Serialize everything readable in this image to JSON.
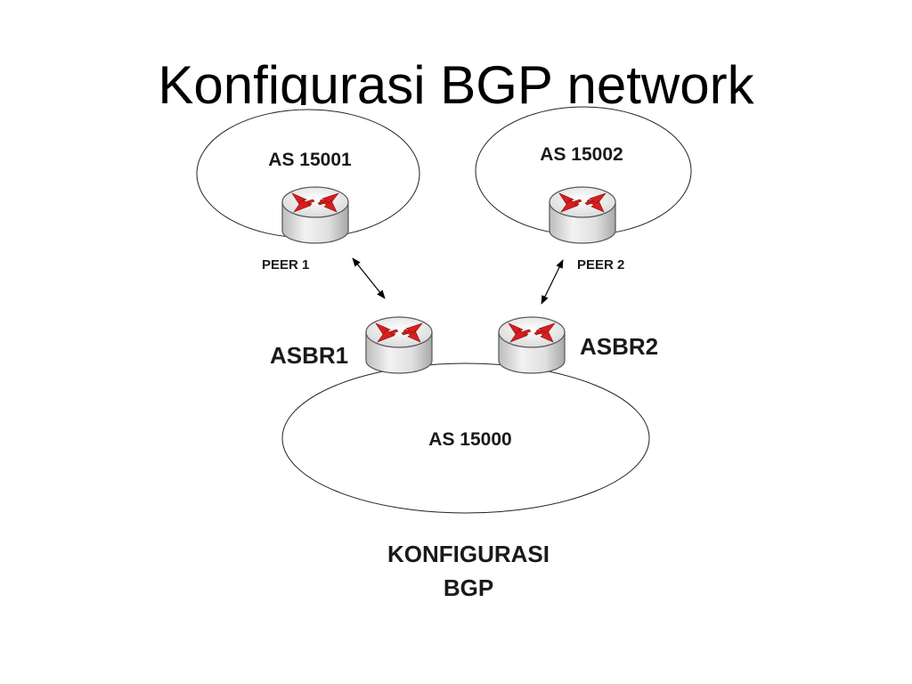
{
  "slide": {
    "title": "Konfigurasi BGP network"
  },
  "diagram": {
    "as_labels": {
      "as_15001": "AS 15001",
      "as_15002": "AS 15002",
      "as_15000": "AS 15000"
    },
    "router_labels": {
      "peer1": "PEER 1",
      "peer2": "PEER 2",
      "asbr1": "ASBR1",
      "asbr2": "ASBR2"
    },
    "caption": {
      "line1": "KONFIGURASI",
      "line2": "BGP"
    },
    "colors": {
      "router_arrow": "#d81e1e",
      "router_body": "#e6e6e6",
      "outline": "#333333"
    },
    "icons": {
      "router": "router-icon"
    }
  }
}
